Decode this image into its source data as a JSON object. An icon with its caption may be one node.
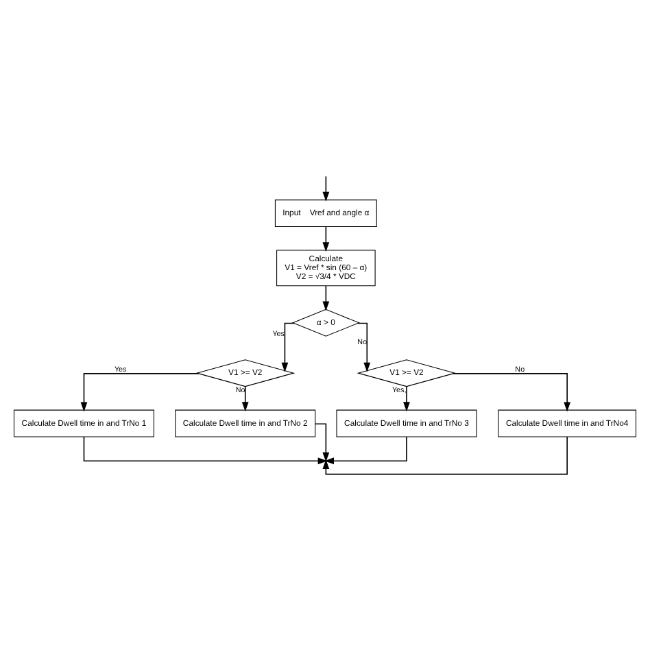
{
  "diagram": {
    "nodes": [
      {
        "text": [
          "Input    Vref and angle α"
        ]
      },
      {
        "text": [
          "Calculate",
          "V1 = Vref * sin (60 – α)",
          "V2 = √3/4 * VDC"
        ]
      },
      {
        "text": [
          "α > 0"
        ]
      },
      {
        "text": [
          "V1 >= V2"
        ]
      },
      {
        "text": [
          "V1 >= V2"
        ]
      },
      {
        "text": [
          "Calculate Dwell time in and TrNo 1"
        ]
      },
      {
        "text": [
          "Calculate Dwell time in and TrNo 2"
        ]
      },
      {
        "text": [
          "Calculate Dwell time in and TrNo 3"
        ]
      },
      {
        "text": [
          "Calculate Dwell time in and TrNo4"
        ]
      }
    ],
    "edges": [
      {
        "from": null,
        "to": 0,
        "arrow": "to"
      },
      {
        "from": 0,
        "to": 1,
        "arrow": "to"
      },
      {
        "from": 1,
        "to": 2,
        "arrow": "to"
      },
      {
        "from": 2,
        "to": 3,
        "arrow": "to",
        "label": "Yes"
      },
      {
        "from": 2,
        "to": 4,
        "arrow": "to",
        "label": "No"
      },
      {
        "from": 3,
        "to": 5,
        "arrow": "to",
        "label": "Yes"
      },
      {
        "from": 3,
        "to": 6,
        "arrow": "to",
        "label": "No"
      },
      {
        "from": 4,
        "to": 7,
        "arrow": "to",
        "label": "Yes,"
      },
      {
        "from": 4,
        "to": 8,
        "arrow": "to",
        "label": "No"
      },
      {
        "from": 5,
        "to": null,
        "arrow": "to"
      },
      {
        "from": 6,
        "to": null,
        "arrow": "to"
      },
      {
        "from": 7,
        "to": null,
        "arrow": "to"
      },
      {
        "from": 8,
        "to": null,
        "arrow": "to"
      }
    ]
  }
}
